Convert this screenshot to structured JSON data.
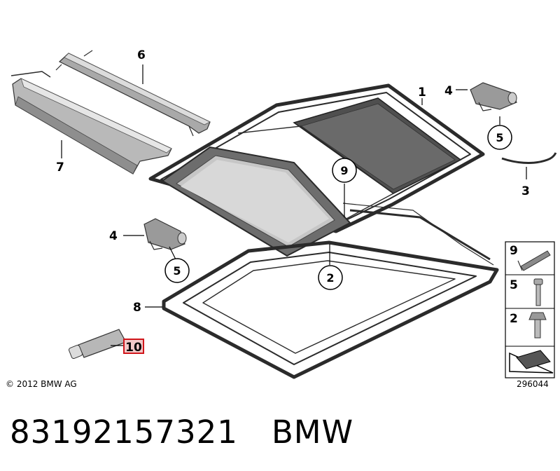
{
  "callouts": {
    "c1": "1",
    "c2": "2",
    "c3": "3",
    "c4a": "4",
    "c4b": "4",
    "c5a": "5",
    "c5b": "5",
    "c6": "6",
    "c7": "7",
    "c8": "8",
    "c9": "9",
    "c10": "10"
  },
  "legend": {
    "l9": "9",
    "l5": "5",
    "l2": "2"
  },
  "copyright": "© 2012 BMW AG",
  "image_number": "296044",
  "caption": {
    "part_number": "83192157321",
    "brand": "BMW"
  },
  "colors": {
    "highlight": "#d0161b",
    "highlight_fill": "#f2c8c8",
    "line": "#2b2b2b"
  }
}
